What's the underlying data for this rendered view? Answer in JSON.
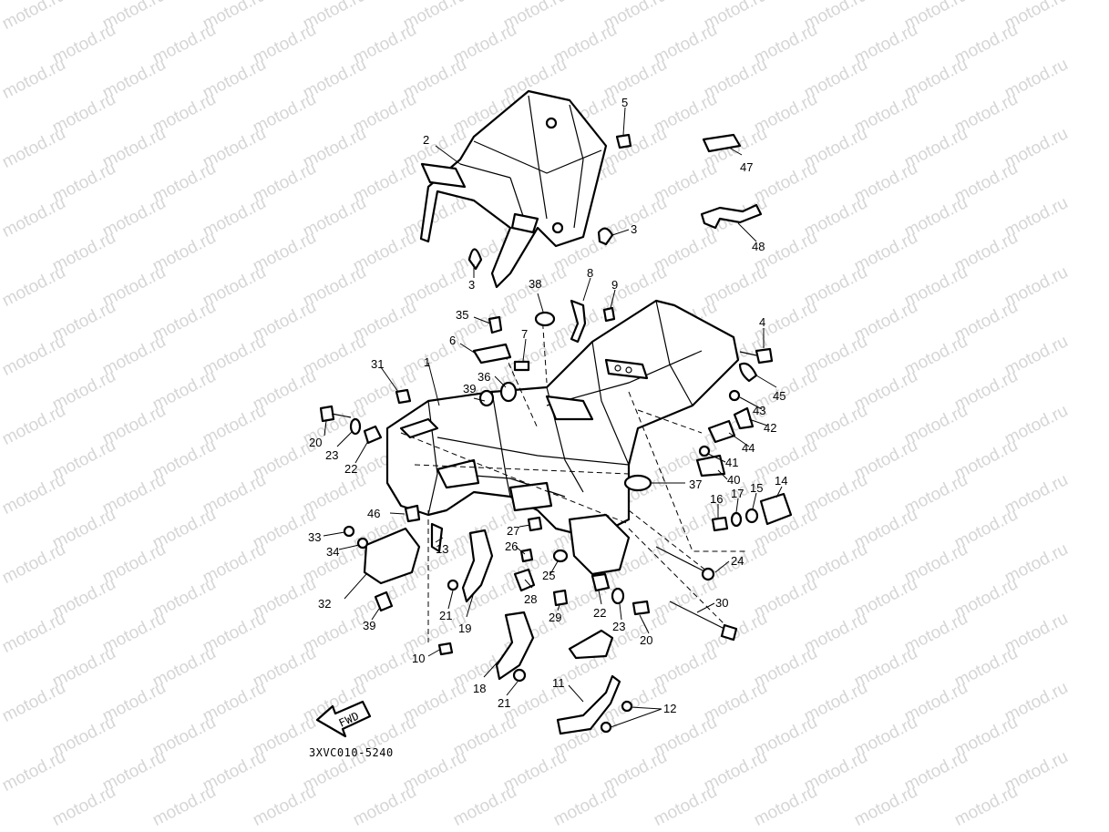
{
  "watermark": "motod.ru",
  "diagram_code": "3XVC010-5240",
  "fwd_label": "FWD",
  "callouts": {
    "c1": "1",
    "c2": "2",
    "c3a": "3",
    "c3b": "3",
    "c4": "4",
    "c5": "5",
    "c6": "6",
    "c7": "7",
    "c8": "8",
    "c9": "9",
    "c10": "10",
    "c11": "11",
    "c12": "12",
    "c13": "13",
    "c14": "14",
    "c15": "15",
    "c16": "16",
    "c17": "17",
    "c18": "18",
    "c19": "19",
    "c20a": "20",
    "c20b": "20",
    "c21a": "21",
    "c21b": "21",
    "c22a": "22",
    "c22b": "22",
    "c23a": "23",
    "c23b": "23",
    "c24": "24",
    "c25": "25",
    "c26": "26",
    "c27": "27",
    "c28": "28",
    "c29": "29",
    "c30": "30",
    "c31": "31",
    "c32": "32",
    "c33": "33",
    "c34": "34",
    "c35": "35",
    "c36": "36",
    "c37": "37",
    "c38": "38",
    "c39a": "39",
    "c39b": "39",
    "c40": "40",
    "c41": "41",
    "c42": "42",
    "c43": "43",
    "c44": "44",
    "c45": "45",
    "c46": "46",
    "c47": "47",
    "c48": "48"
  }
}
